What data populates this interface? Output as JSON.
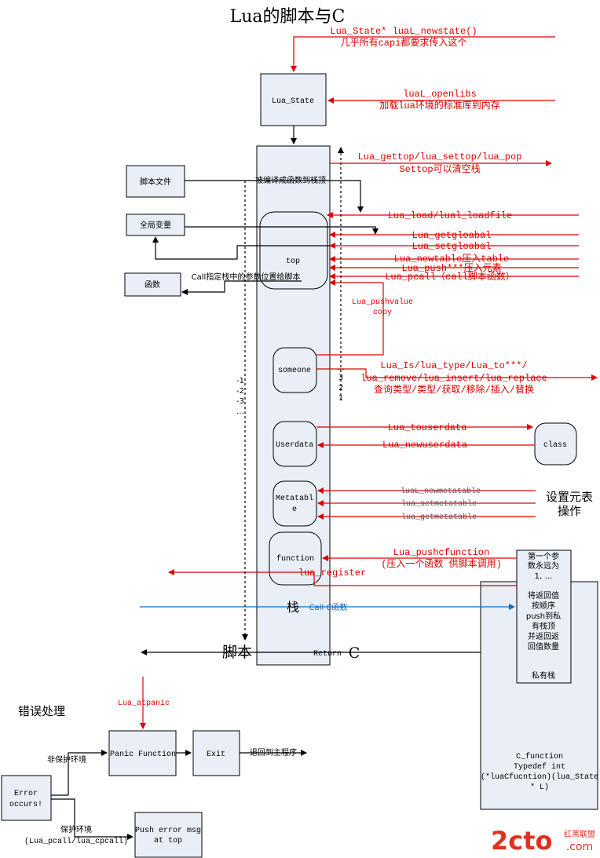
{
  "title": "Lua的脚本与C",
  "colors": {
    "red": "#e00000",
    "blue": "#1070c0",
    "box_fill": "#e9eef7",
    "black": "#000000"
  },
  "nodes": {
    "lua_state": "Lua_State",
    "script_file": "脚本文件",
    "global_var": "全局变量",
    "function_box": "函数",
    "top": "top",
    "someone": "someone",
    "userdata": "Userdata",
    "metatable_1": "Metatabl",
    "metatable_2": "e",
    "function_slot": "function",
    "class": "class",
    "private_stack_1": "第一个参",
    "private_stack_2": "数永远为",
    "private_stack_3": "1, …",
    "private_stack_4": "将返回值",
    "private_stack_5": "按顺序",
    "private_stack_6": "push到私",
    "private_stack_7": "有栈顶",
    "private_stack_8": "并返回返",
    "private_stack_9": "回值数量",
    "private_stack_label": "私有栈",
    "c_function_1": "C_function",
    "c_function_2": "Typedef int",
    "c_function_3": "(*luaCfucntion)(lua_State",
    "c_function_4": "* L)",
    "panic": "Panic Function",
    "exit": "Exit",
    "error_1": "Error",
    "error_2": "occurs!",
    "push_error_1": "Push error msg",
    "push_error_2": "at top"
  },
  "labels": {
    "newstate_1": "Lua_State* luaL_newstate()",
    "newstate_2": "几乎所有capi都要求传入这个",
    "openlibs_1": "luaL_openlibs",
    "openlibs_2": "加载lua环境的标准库到内存",
    "gettop_1": "Lua_gettop/lua_settop/lua_pop",
    "gettop_2": "Settop可以清空栈",
    "compile": "被编译成函数到栈顶",
    "load": "Lua_load/lual_loadfile",
    "getglobal": "Lua_getgloabal",
    "setglobal": "Lua_setgloabal",
    "newtable": "Lua_newtable压入table",
    "push": "Lua_push***压入元素",
    "pcall": "Lua_pcall（call脚本函数）",
    "call_param": "Call指定栈中的参数位置给脚本",
    "pushvalue_1": "Lua_pushvalue",
    "pushvalue_2": "copy",
    "is_type_1": "Lua_Is/lua_type/Lua_to***/",
    "is_type_2": "lua_remove/lua_insert/lua_replace",
    "is_type_3": "查询类型/类型/获取/移除/插入/替换",
    "touserdata": "Lua_touserdata",
    "newuserdata": "Lua_newuserdata",
    "newmetatable": "luaL_newmetatable",
    "setmetatable": "lua_setmetatable",
    "getmetatable": "lua_getmetatable",
    "metatable_ops_1": "设置元表",
    "metatable_ops_2": "操作",
    "pushcfunction_1": "Lua_pushcfunction",
    "pushcfunction_2": "(压入一个函数 供脚本调用)",
    "register": "lua_register",
    "neg_idx_1": "-1",
    "neg_idx_2": "-2",
    "neg_idx_3": "-3",
    "neg_idx_dots": "…",
    "pos_idx_dots": "…",
    "pos_idx_3": "3",
    "pos_idx_2": "2",
    "pos_idx_1": "1",
    "stack": "栈",
    "call_c": "Call C函数",
    "script": "脚本",
    "return": "Return",
    "c": "C",
    "atpanic": "Lua_atpanic",
    "error_handling": "错误处理",
    "unprotected": "非保护环境",
    "return_main": "退回到主程序",
    "protected_1": "保护环境",
    "protected_2": "(Lua_pcall/lua_cpcall)"
  },
  "watermark": {
    "brand": "2cto",
    "dotcom": ".com",
    "cn": "红黑联盟"
  }
}
